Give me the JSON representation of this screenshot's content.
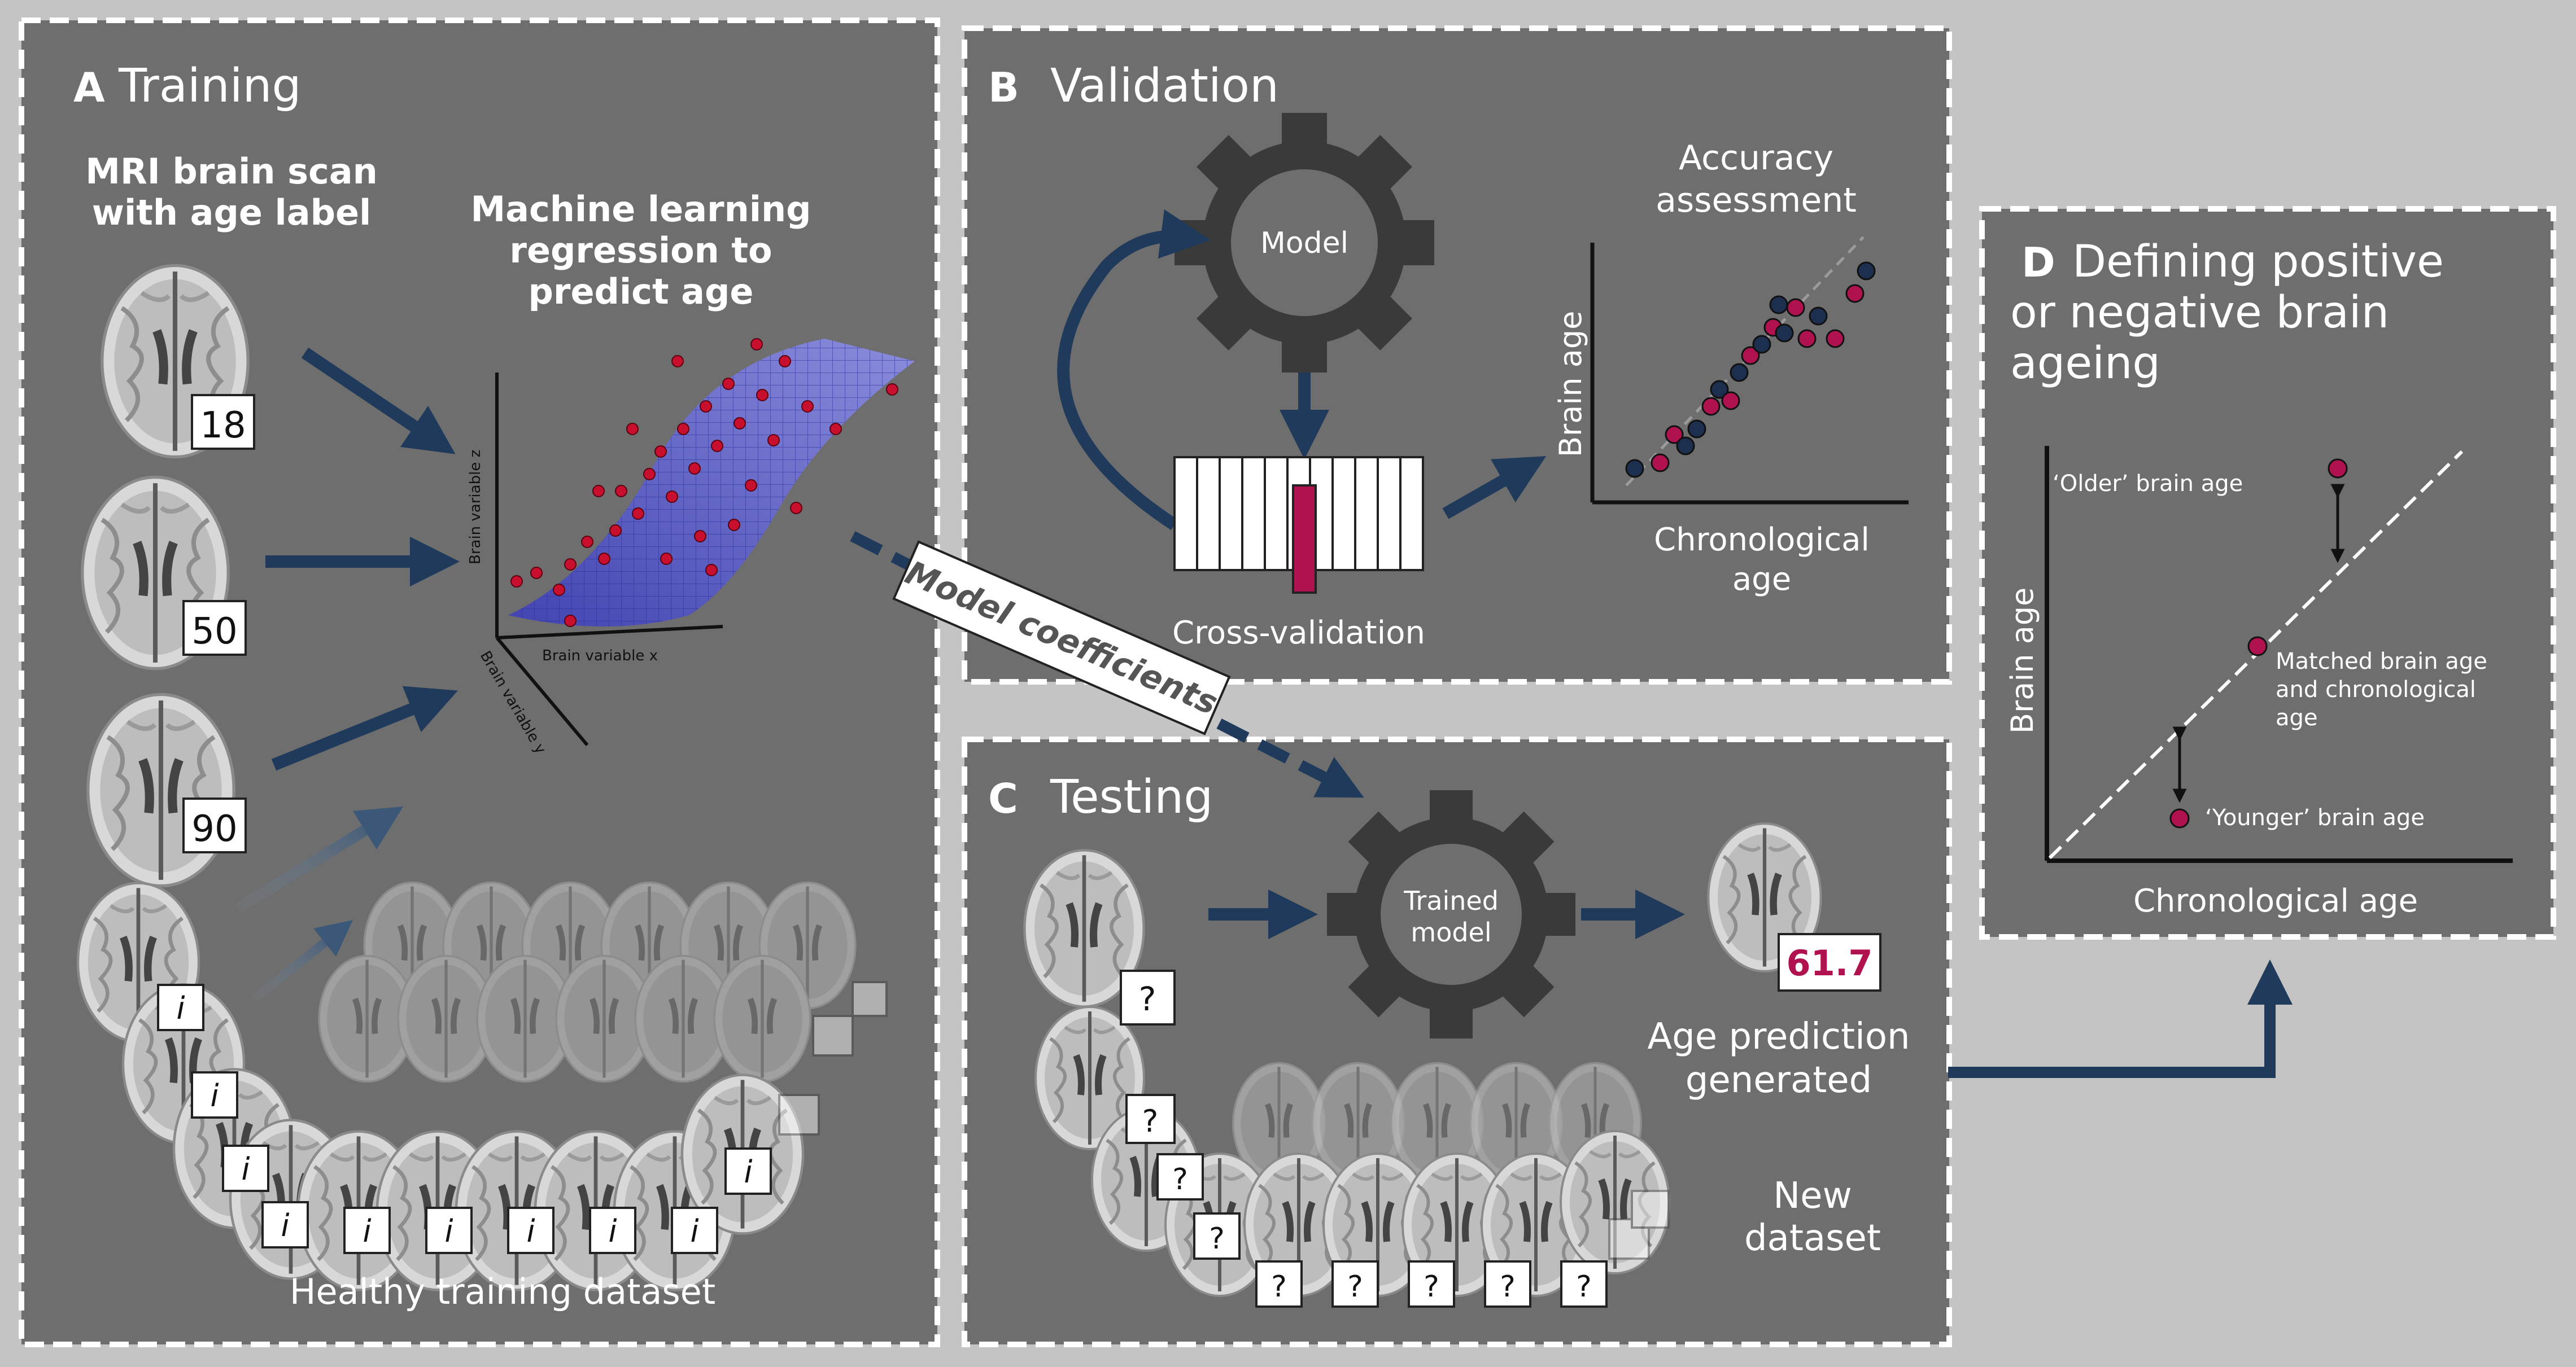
{
  "colors": {
    "page_background": "#c4c4c4",
    "panel_fill": "#6e6e6e",
    "panel_border": "#ffffff",
    "arrow": "#1f3a5a",
    "accent_magenta": "#b0124f",
    "navy_point": "#1c2f4f",
    "gear": "#3a3a3a",
    "regression_surface": "#5a5fd6"
  },
  "panel_a": {
    "letter": "A",
    "title": "Training",
    "scan_label_line1": "MRI brain scan",
    "scan_label_line2": "with age label",
    "regression_line1": "Machine learning",
    "regression_line2": "regression to",
    "regression_line3": "predict age",
    "age_labels": [
      "18",
      "50",
      "90"
    ],
    "unknown_label": "i",
    "axis_z": "Brain variable z",
    "axis_x": "Brain variable x",
    "axis_y": "Brain variable y",
    "footer": "Healthy training dataset"
  },
  "panel_b": {
    "letter": "B",
    "title": "Validation",
    "gear_label": "Model",
    "cross_validation": "Cross-validation",
    "accuracy_line1": "Accuracy",
    "accuracy_line2": "assessment",
    "y_axis": "Brain age",
    "x_axis_line1": "Chronological",
    "x_axis_line2": "age"
  },
  "model_coefficients": "Model coefficients",
  "panel_c": {
    "letter": "C",
    "title": "Testing",
    "gear_label_line1": "Trained",
    "gear_label_line2": "model",
    "unknown_label": "?",
    "prediction_value": "61.7",
    "prediction_line1": "Age prediction",
    "prediction_line2": "generated",
    "new_line1": "New",
    "new_line2": "dataset"
  },
  "panel_d": {
    "letter": "D",
    "title_line1": "Defining positive",
    "title_line2": "or negative brain",
    "title_line3": "ageing",
    "older": "‘Older’ brain age",
    "matched_line1": "Matched brain age",
    "matched_line2": "and chronological",
    "matched_line3": "age",
    "younger": "‘Younger’ brain age",
    "y_axis": "Brain age",
    "x_axis": "Chronological age"
  }
}
